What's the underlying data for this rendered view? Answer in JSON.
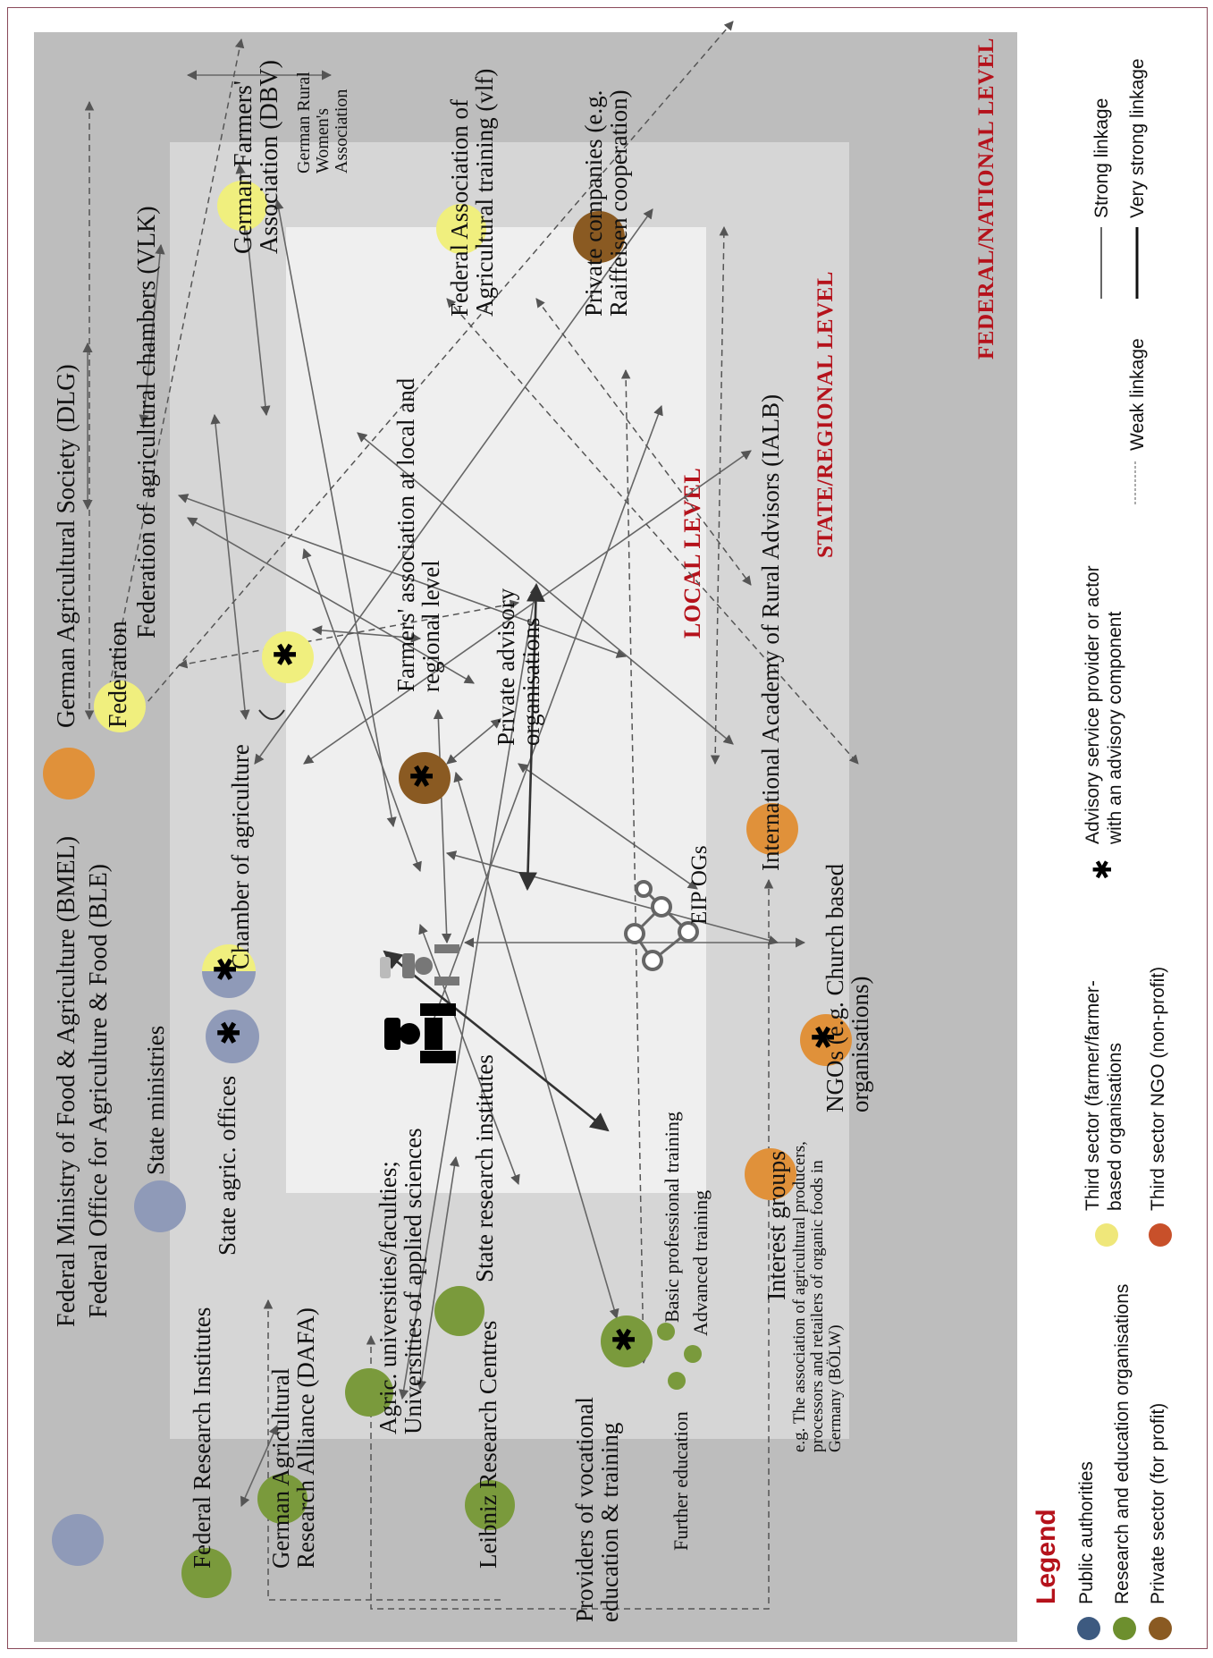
{
  "levels": {
    "federal": "FEDERAL/NATIONAL LEVEL",
    "state": "STATE/REGIONAL LEVEL",
    "local": "LOCAL LEVEL"
  },
  "colors": {
    "public": "#8f9ab8",
    "research": "#7a9a3c",
    "third_sector": "#f0ef7e",
    "third_ngo": "#e0913a",
    "private": "#8a5a22",
    "level_text": "#b5121b"
  },
  "nodes": {
    "dlg": "German Agricultural Society (DLG)",
    "vlk": "Federation of agricultural chambers (VLK)",
    "vlk_short": "Federation",
    "dbv": "German Farmers' Association (DBV)",
    "rural_women": "German Rural Women's Association",
    "vlf": "Federal Association of Agricultural training (vlf)",
    "private_companies": "Private companies (e.g. Raiffeisen cooperation)",
    "ialb": "International Academy of Rural Advisors (IALB)",
    "farmers_assoc": "Farmers' association at local and regional level",
    "private_advisory": "Private advisory organisations",
    "chamber": "Chamber of agriculture",
    "bmel": "Federal Ministry of Food & Agriculture (BMEL)",
    "ble": "Federal Office for Agriculture & Food (BLE)",
    "state_ministries": "State ministries",
    "state_agric": "State agric. offices",
    "eip": "EIP OGs",
    "ngos": "NGOs (e.g. Church based organisations)",
    "interest_groups": "Interest groups",
    "interest_example": "e.g. The association of agricultural producers, processors and retailers of organic foods in Germany (BÖLW)",
    "federal_research": "Federal Research Institutes",
    "dafa": "German Agricultural Research Alliance (DAFA)",
    "universities": "Agric. universities/faculties; Universities of applied sciences",
    "state_research": "State research institutes",
    "leibniz": "Leibniz Research Centres",
    "vocational": "Providers of vocational education & training",
    "basic_training": "Basic professional training",
    "advanced_training": "Advanced training",
    "further_education": "Further education"
  },
  "legend": {
    "title": "Legend",
    "items": [
      {
        "label": "Public authorities",
        "color": "#3d5a80"
      },
      {
        "label": "Research and education organisations",
        "color": "#6d8f2e"
      },
      {
        "label": "Private sector (for profit)",
        "color": "#8a5a22"
      },
      {
        "label": "Third sector (farmer/farmer-based organisations",
        "color": "#efe77a"
      },
      {
        "label": "Third sector NGO (non-profit)",
        "color": "#c8502a"
      }
    ],
    "advisory": "Advisory service provider or actor with an advisory component",
    "weak": "Weak linkage",
    "strong": "Strong linkage",
    "very_strong": "Very strong linkage"
  }
}
